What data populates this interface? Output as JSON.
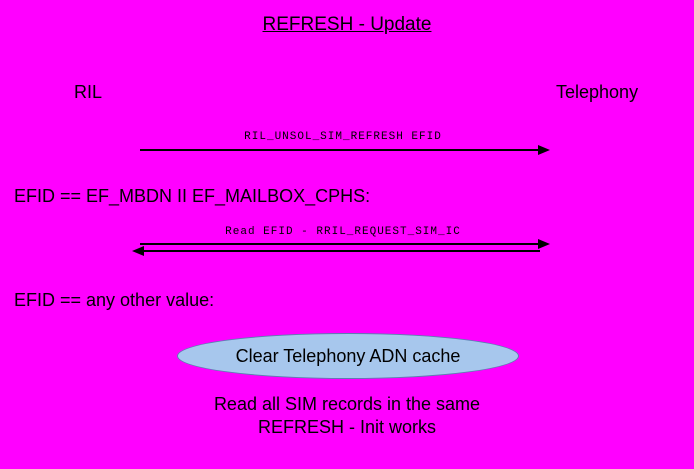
{
  "diagram": {
    "title": "REFRESH - Update",
    "actors": {
      "left": "RIL",
      "right": "Telephony"
    },
    "messages": [
      {
        "label": "RIL_UNSOL_SIM_REFRESH EFID",
        "direction": "right"
      },
      {
        "label": "Read EFID - RRIL_REQUEST_SIM_IC",
        "direction": "both"
      }
    ],
    "conditions": [
      "EFID == EF_MBDN II EF_MAILBOX_CPHS:",
      "EFID == any other value:"
    ],
    "ellipse": {
      "label": "Clear Telephony ADN cache"
    },
    "note": {
      "line1": "Read all SIM records in the same",
      "line2": "REFRESH - Init works"
    },
    "colors": {
      "background": "#FF00FF",
      "ellipse_fill": "#A7C7ED",
      "text": "#000000",
      "line": "#000000"
    }
  }
}
